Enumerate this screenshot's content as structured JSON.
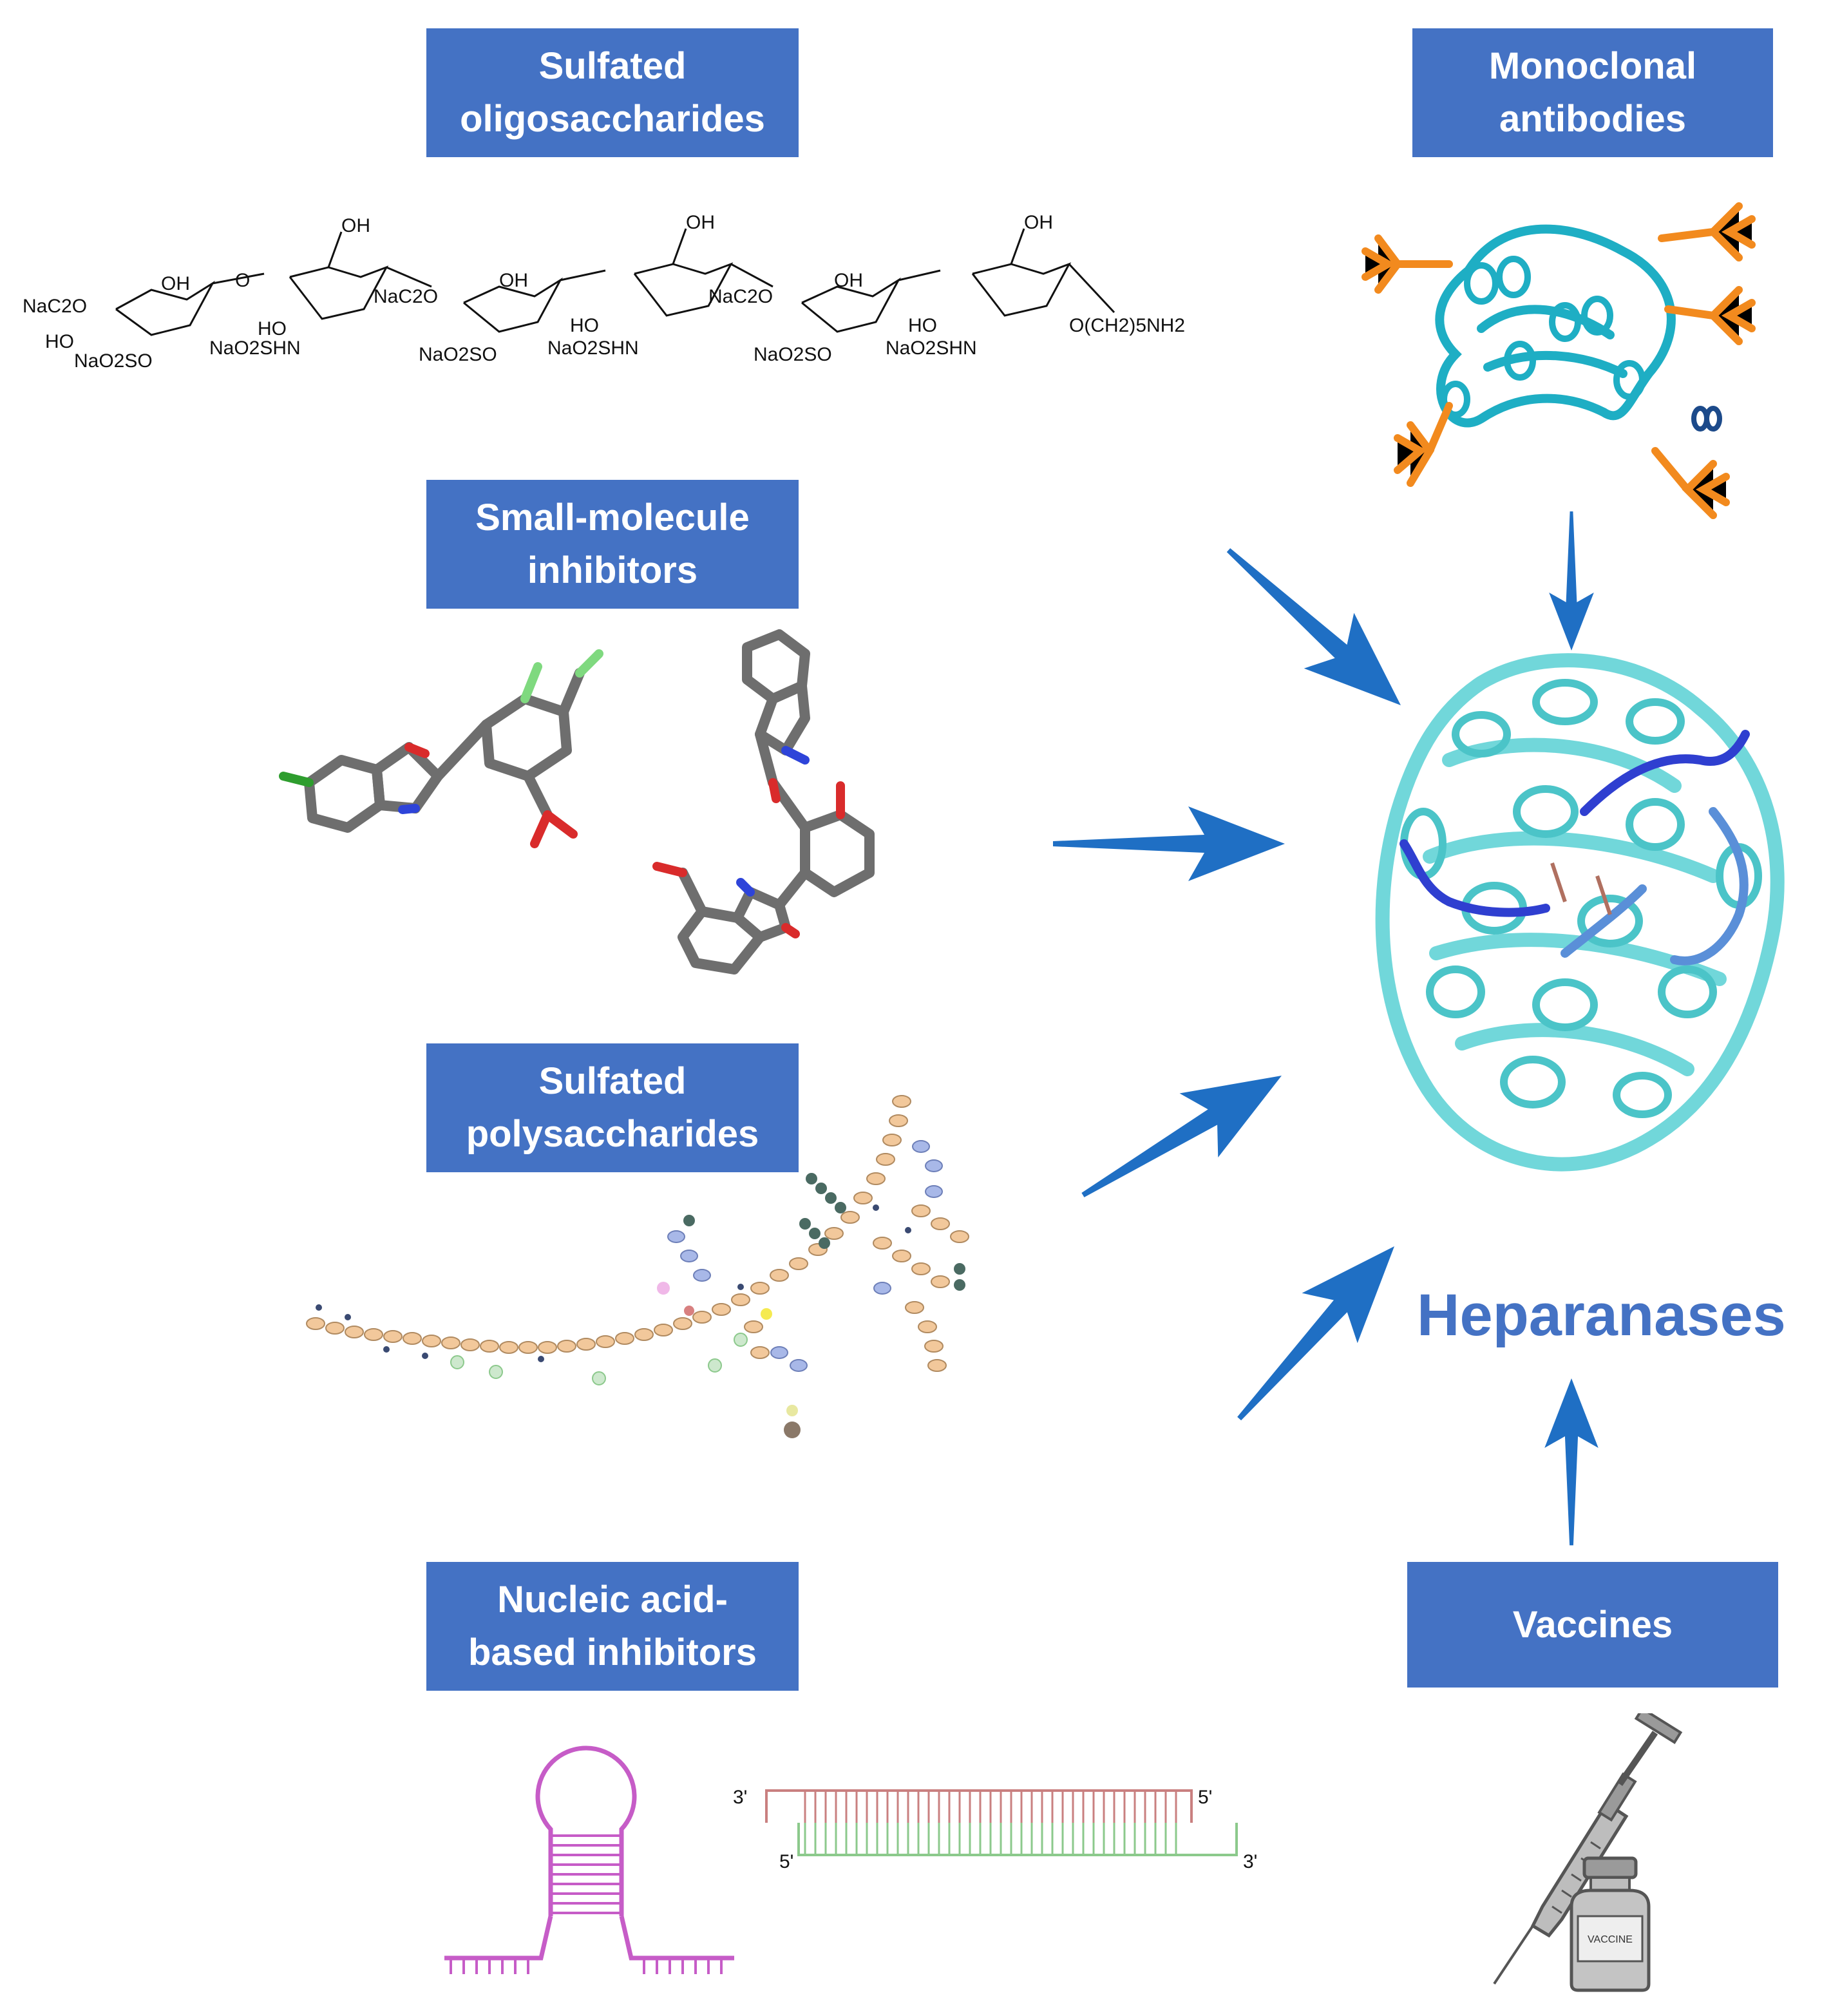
{
  "colors": {
    "box_fill": "#4472c4",
    "box_text": "#ffffff",
    "arrow": "#1f6fc4",
    "protein": "#5fd3d6",
    "antibody": "#f28a1e",
    "aptamer": "#c65cc7",
    "strand_top": "#c98080",
    "strand_bottom": "#8cc98c",
    "glycan": "#f2c89b"
  },
  "boxes": {
    "sulfated_oligosaccharides": [
      "Sulfated",
      "oligosaccharides"
    ],
    "small_molecule_inhibitors": [
      "Small-molecule",
      "inhibitors"
    ],
    "sulfated_polysaccharides": [
      "Sulfated",
      "polysaccharides"
    ],
    "nucleic_acid_inhibitors": [
      "Nucleic acid-",
      "based inhibitors"
    ],
    "monoclonal_antibodies": [
      "Monoclonal",
      "antibodies"
    ],
    "vaccines": [
      "Vaccines"
    ]
  },
  "target": {
    "label": "Heparanases"
  },
  "chem": {
    "naco2o_1": "NaC2O",
    "ho_1": "HO",
    "nao2so_1": "NaO2SO",
    "oh_1": "OH",
    "o_1": "O",
    "oh_top_1": "OH",
    "ho_2": "HO",
    "nao2shn_1": "NaO2SHN",
    "naco2o_2": "NaC2O",
    "nao2so_2": "NaO2SO",
    "oh_2": "OH",
    "oh_top_2": "OH",
    "ho_3": "HO",
    "nao2shn_2": "NaO2SHN",
    "naco2o_3": "NaC2O",
    "nao2so_3": "NaO2SO",
    "oh_3": "OH",
    "oh_top_3": "OH",
    "ho_4": "HO",
    "nao2shn_3": "NaO2SHN",
    "linker": "O(CH2)5NH2"
  },
  "strand_ends": {
    "top_left": "3'",
    "top_right": "5'",
    "bottom_left": "5'",
    "bottom_right": "3'"
  },
  "vial_label": "VACCINE"
}
